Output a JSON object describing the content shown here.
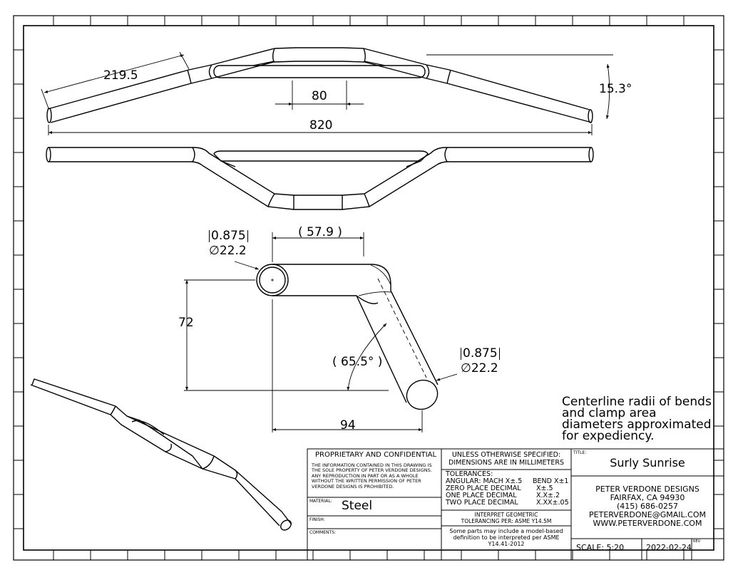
{
  "dimensions": {
    "arm_length": "219.5",
    "clamp_width": "80",
    "overall_width": "820",
    "sweep_angle": "15.3°",
    "rise_offset": "57.9",
    "bar_dia_in": "0.875",
    "bar_dia_mm": "22.2",
    "rise_height": "72",
    "bend_angle": "65.5°",
    "end_dia_in": "0.875",
    "end_dia_mm": "22.2",
    "rise_run": "94"
  },
  "note": "Centerline radii of bends and clamp area diameters approximated for expediency.",
  "title_block": {
    "proprietary_title": "PROPRIETARY AND CONFIDENTIAL",
    "proprietary_text": "THE INFORMATION CONTAINED IN THIS DRAWING IS THE SOLE PROPERTY OF PETER VERDONE DESIGNS.  ANY  REPRODUCTION IN PART OR AS A WHOLE WITHOUT THE WRITTEN PERMISSION OF PETER VERDONE DESIGNS IS PROHIBITED.",
    "material_label": "MATERIAL:",
    "material": "Steel",
    "finish_label": "FINISH:",
    "comments_label": "COMMENTS:",
    "unless_line1": "UNLESS OTHERWISE SPECIFIED:",
    "unless_line2": "DIMENSIONS ARE IN MILLIMETERS",
    "tolerances_label": "TOLERANCES:",
    "tol_rows": [
      {
        "label": "ANGULAR: MACH X±.5",
        "value": "BEND X±1"
      },
      {
        "label": "ZERO PLACE DECIMAL",
        "value": "X±.5"
      },
      {
        "label": "ONE PLACE DECIMAL",
        "value": "X.X±.2"
      },
      {
        "label": "TWO PLACE DECIMAL",
        "value": "X.XX±.05"
      }
    ],
    "interpret_line1": "INTERPRET GEOMETRIC",
    "interpret_line2": "TOLERANCING PER: ASME Y14.5M",
    "model_note": "Some parts may include a model-based definition to be interpreted per ASME Y14.41-2012",
    "title_label": "TITLE:",
    "title": "Surly Sunrise",
    "company": "PETER VERDONE DESIGNS",
    "city": "FAIRFAX, CA 94930",
    "phone": "(415) 686-0257",
    "email": "PETERVERDONE@GMAIL.COM",
    "website": "WWW.PETERVERDONE.COM",
    "scale": "SCALE: 5:20",
    "date": "2022-02-24",
    "rev_label": "REV"
  }
}
